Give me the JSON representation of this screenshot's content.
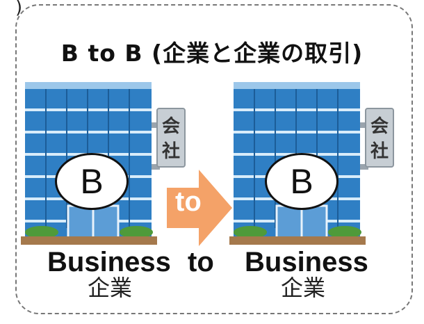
{
  "corner_mark": ")",
  "title": "B to B (企業と企業の取引)",
  "left": {
    "circle_letter": "B",
    "sign_chars": [
      "会",
      "社"
    ],
    "label_en": "Business",
    "label_jp": "企業"
  },
  "right": {
    "circle_letter": "B",
    "sign_chars": [
      "会",
      "社"
    ],
    "label_en": "Business",
    "label_jp": "企業"
  },
  "arrow_label": "to",
  "connector_word": "to",
  "colors": {
    "arrow": "#f4a268",
    "building_blue": "#2f7fc4",
    "frame_dash": "#777777"
  }
}
